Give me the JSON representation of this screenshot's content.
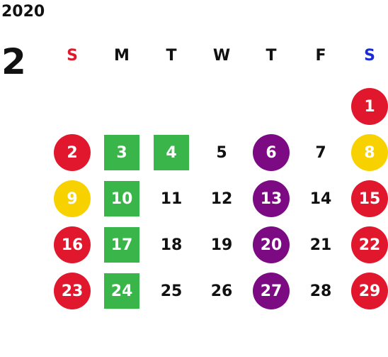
{
  "year": "2020",
  "month": "2",
  "colors": {
    "red": "#e1182d",
    "yellow": "#f7d200",
    "purple": "#7b0a83",
    "green": "#39b54a",
    "sunday_label": "#e1182d",
    "saturday_label": "#1a2ad6",
    "text": "#111111"
  },
  "weekdays": [
    {
      "label": "S",
      "color": "sunday_label"
    },
    {
      "label": "M",
      "color": "text"
    },
    {
      "label": "T",
      "color": "text"
    },
    {
      "label": "W",
      "color": "text"
    },
    {
      "label": "T",
      "color": "text"
    },
    {
      "label": "F",
      "color": "text"
    },
    {
      "label": "S",
      "color": "saturday_label"
    }
  ],
  "weeks": [
    [
      null,
      null,
      null,
      null,
      null,
      null,
      {
        "label": "1",
        "style": "red"
      }
    ],
    [
      {
        "label": "2",
        "style": "red"
      },
      {
        "label": "3",
        "style": "green"
      },
      {
        "label": "4",
        "style": "green"
      },
      {
        "label": "5",
        "style": "plain"
      },
      {
        "label": "6",
        "style": "purple"
      },
      {
        "label": "7",
        "style": "plain"
      },
      {
        "label": "8",
        "style": "yellow"
      }
    ],
    [
      {
        "label": "9",
        "style": "yellow"
      },
      {
        "label": "10",
        "style": "green"
      },
      {
        "label": "11",
        "style": "plain"
      },
      {
        "label": "12",
        "style": "plain"
      },
      {
        "label": "13",
        "style": "purple"
      },
      {
        "label": "14",
        "style": "plain"
      },
      {
        "label": "15",
        "style": "red"
      }
    ],
    [
      {
        "label": "16",
        "style": "red"
      },
      {
        "label": "17",
        "style": "green"
      },
      {
        "label": "18",
        "style": "plain"
      },
      {
        "label": "19",
        "style": "plain"
      },
      {
        "label": "20",
        "style": "purple"
      },
      {
        "label": "21",
        "style": "plain"
      },
      {
        "label": "22",
        "style": "red"
      }
    ],
    [
      {
        "label": "23",
        "style": "red"
      },
      {
        "label": "24",
        "style": "green"
      },
      {
        "label": "25",
        "style": "plain"
      },
      {
        "label": "26",
        "style": "plain"
      },
      {
        "label": "27",
        "style": "purple"
      },
      {
        "label": "28",
        "style": "plain"
      },
      {
        "label": "29",
        "style": "red"
      }
    ]
  ]
}
